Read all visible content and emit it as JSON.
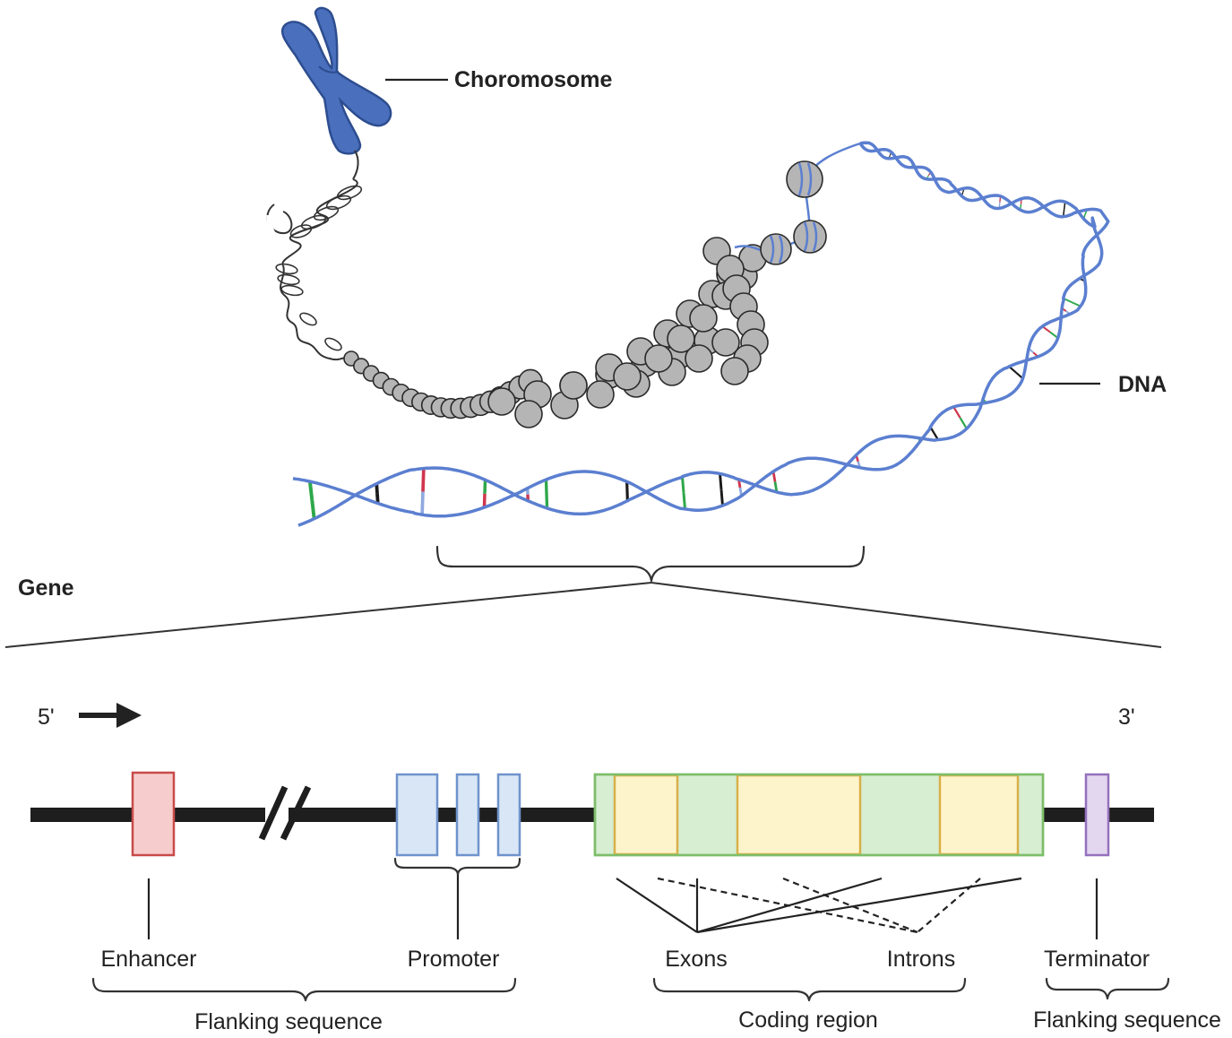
{
  "labels": {
    "chromosome": "Choromosome",
    "dna": "DNA",
    "gene": "Gene",
    "five_prime": "5'",
    "three_prime": "3'",
    "enhancer": "Enhancer",
    "promoter": "Promoter",
    "exons": "Exons",
    "introns": "Introns",
    "terminator": "Terminator",
    "flanking_left": "Flanking sequence",
    "coding_region": "Coding region",
    "flanking_right": "Flanking sequence"
  },
  "colors": {
    "chromosome": "#4a6fbd",
    "dna_backbone": "#5b7fd0",
    "base_red": "#d0364e",
    "base_green": "#2ea84a",
    "base_black": "#1a1a1a",
    "base_blue": "#8fa9de",
    "nucleosome": "#b5b5b5",
    "enhancer_fill": "#f7cccc",
    "enhancer_stroke": "#c84a4a",
    "promoter_fill": "#d8e6f6",
    "promoter_stroke": "#6f93cc",
    "exon_fill": "#d7eed3",
    "exon_stroke": "#7dbe6a",
    "intron_fill": "#fdf4cc",
    "intron_stroke": "#d8b04a",
    "terminator_fill": "#e3d6ef",
    "terminator_stroke": "#9470bd",
    "gene_line": "#1e1e1e"
  }
}
